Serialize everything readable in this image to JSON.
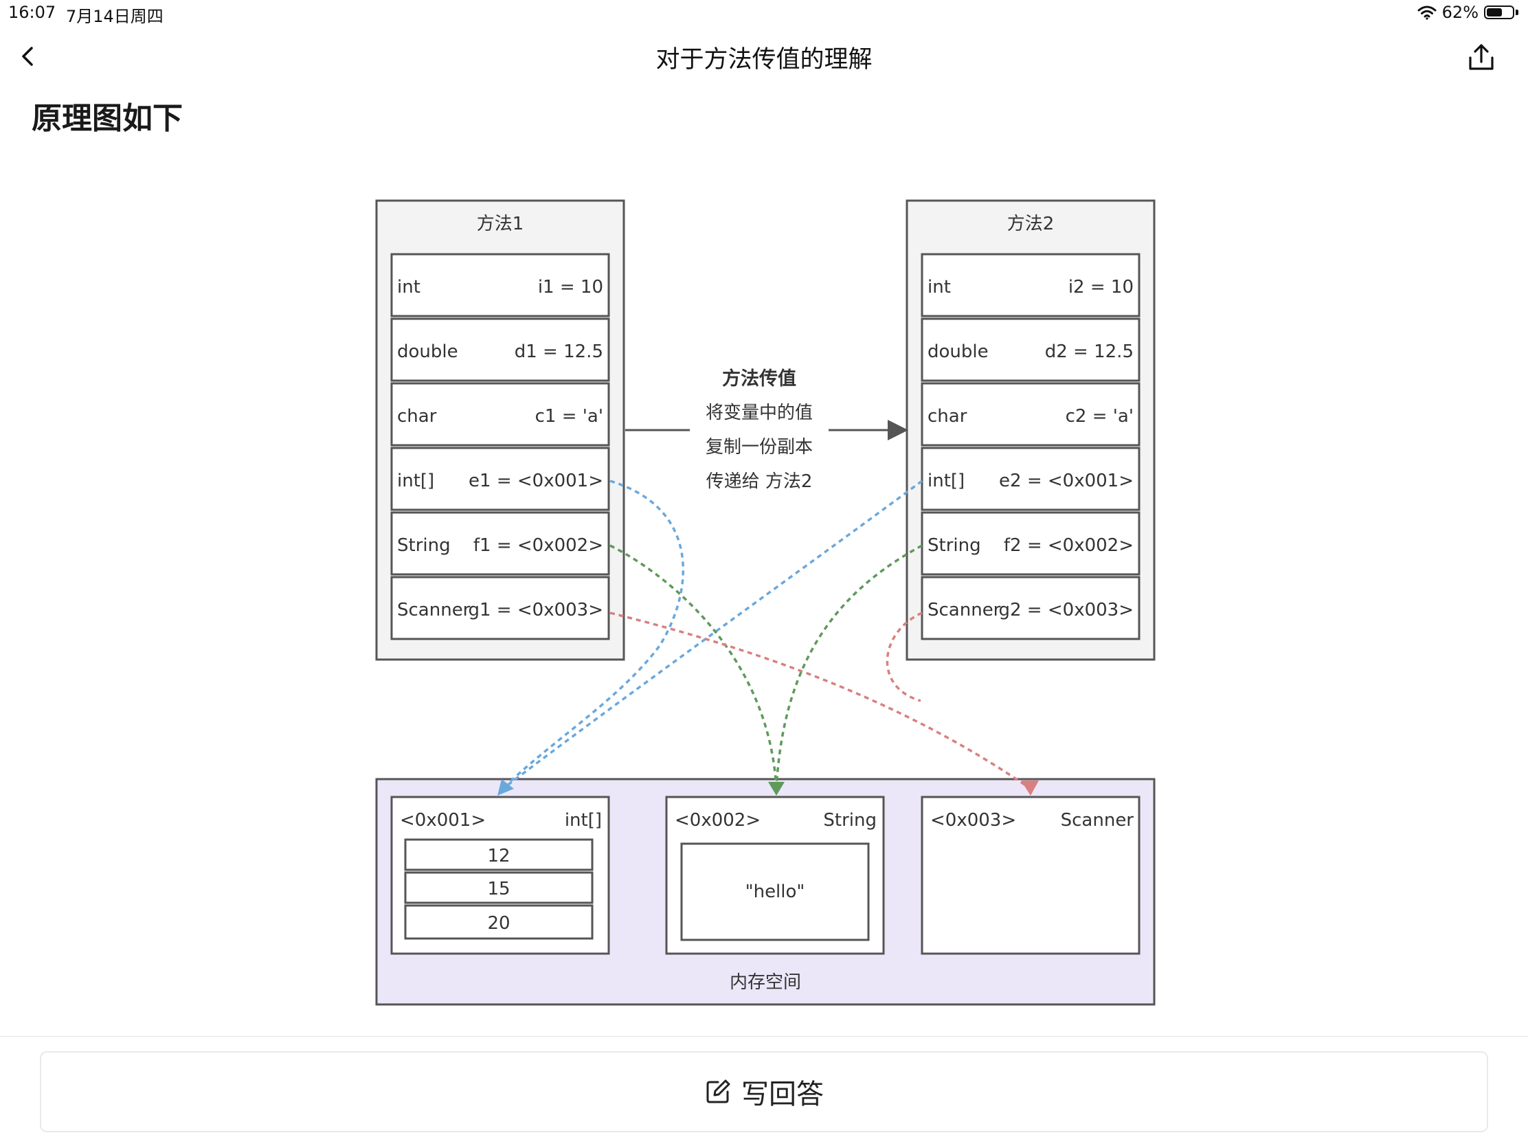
{
  "status": {
    "time": "16:07",
    "date": "7月14日周四",
    "battery": "62%",
    "battery_level": 0.62
  },
  "nav": {
    "title": "对于方法传值的理解"
  },
  "heading": "原理图如下",
  "diagram": {
    "method1": {
      "title": "方法1",
      "rows": [
        {
          "type": "int",
          "value": "i1 = 10"
        },
        {
          "type": "double",
          "value": "d1 = 12.5"
        },
        {
          "type": "char",
          "value": "c1 = 'a'"
        },
        {
          "type": "int[]",
          "value": "e1 = <0x001>"
        },
        {
          "type": "String",
          "value": "f1 = <0x002>"
        },
        {
          "type": "Scanner",
          "value": "g1 = <0x003>"
        }
      ]
    },
    "method2": {
      "title": "方法2",
      "rows": [
        {
          "type": "int",
          "value": "i2 = 10"
        },
        {
          "type": "double",
          "value": "d2 = 12.5"
        },
        {
          "type": "char",
          "value": "c2 = 'a'"
        },
        {
          "type": "int[]",
          "value": "e2 = <0x001>"
        },
        {
          "type": "String",
          "value": "f2 = <0x002>"
        },
        {
          "type": "Scanner",
          "value": "g2 = <0x003>"
        }
      ]
    },
    "transfer": {
      "title": "方法传值",
      "line1": "将变量中的值",
      "line2": "复制一份副本",
      "line3": "传递给 方法2"
    },
    "memory": {
      "label": "内存空间",
      "blocks": [
        {
          "addr": "<0x001>",
          "type": "int[]",
          "items": [
            "12",
            "15",
            "20"
          ]
        },
        {
          "addr": "<0x002>",
          "type": "String",
          "content": "\"hello\""
        },
        {
          "addr": "<0x003>",
          "type": "Scanner"
        }
      ]
    },
    "colors": {
      "blue": "#6aa8dc",
      "green": "#5e9a5a",
      "red": "#d98080",
      "memory_bg": "#ebe7f8",
      "method_bg": "#f3f3f3"
    }
  },
  "footer": {
    "answer_label": "写回答"
  }
}
